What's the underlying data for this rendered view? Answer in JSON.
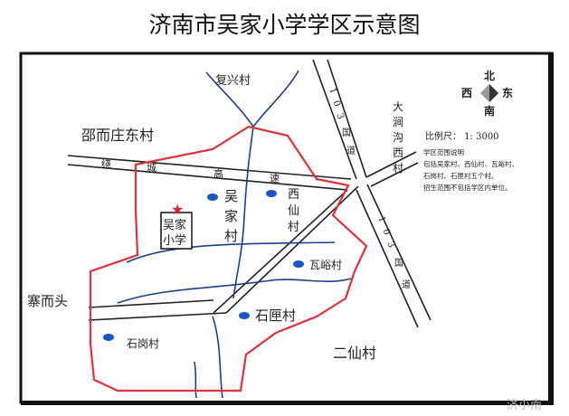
{
  "title": "济南市吴家小学学区示意图",
  "compass": {
    "north": "北",
    "south": "南",
    "west": "西",
    "east": "东"
  },
  "scale": "比例尺： 1: 3000",
  "legend_text": [
    "学区范围说明",
    "包括吴家村、西仙村、瓦峪村、",
    "石岗村、石匣村五个村。",
    "招生范围不包括学区内单位。"
  ],
  "villages": {
    "fuxing": "复兴村",
    "shaoer": "邵而庄东村",
    "wujia": [
      "吴",
      "家",
      "村"
    ],
    "xixian": [
      "西",
      "仙",
      "村"
    ],
    "wayu": "瓦峪村",
    "shixia": "石匣村",
    "shigang": "石岗村",
    "zhaier": "寨而头",
    "erxian": "二仙村",
    "dajian": [
      "大",
      "涧",
      "沟",
      "西",
      "村"
    ]
  },
  "roads": {
    "ring": [
      "绕",
      "城",
      "高",
      "速"
    ],
    "g103": [
      "1",
      "0",
      "3",
      "国",
      "道"
    ]
  },
  "school": [
    "吴家",
    "小学"
  ],
  "watermark": "济小南",
  "colors": {
    "boundary": "#e0303a",
    "river": "#1a3f8f",
    "dot": "#1a56c8",
    "star": "#e0202a"
  }
}
